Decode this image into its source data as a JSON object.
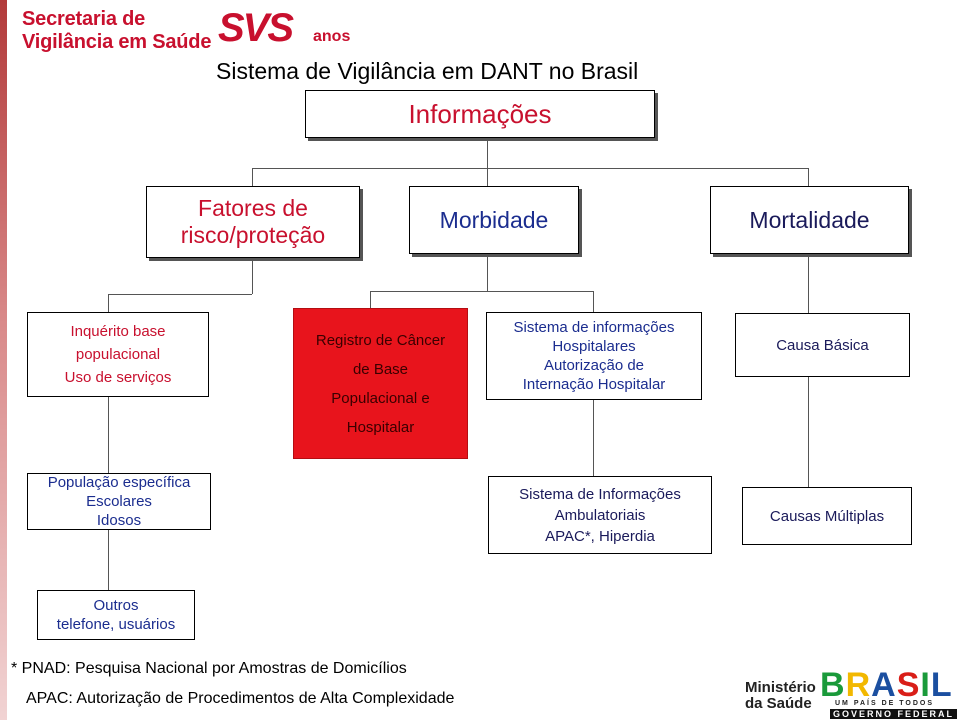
{
  "header": {
    "logo_line1": "Secretaria de",
    "logo_line2": "Vigilância em Saúde",
    "logo_svs": "SVS",
    "logo_anos": "anos"
  },
  "title": "Sistema de Vigilância em DANT  no Brasil",
  "root": "Informações",
  "categories": {
    "fatores_line1": "Fatores de",
    "fatores_line2": "risco/proteção",
    "morbidade": "Morbidade",
    "mortalidade": "Mortalidade"
  },
  "level2": {
    "inquerito": [
      "Inquérito base",
      "populacional",
      "Uso de serviços"
    ],
    "cancer": [
      "Registro de Câncer",
      "de Base",
      "Populacional  e",
      "Hospitalar"
    ],
    "sih": [
      "Sistema de informações",
      "Hospitalares",
      "Autorização de",
      "Internação Hospitalar"
    ],
    "causa_basica": "Causa Básica"
  },
  "level3": {
    "populacao": [
      "População específica",
      "Escolares",
      "Idosos"
    ],
    "sia": [
      "Sistema de Informações",
      "Ambulatoriais",
      "APAC*, Hiperdia"
    ],
    "causas_multiplas": "Causas Múltiplas"
  },
  "level4": {
    "outros": [
      "Outros",
      "telefone, usuários"
    ]
  },
  "footnotes": {
    "pnad": "* PNAD: Pesquisa Nacional por Amostras de Domicílios",
    "apac": "APAC: Autorização de Procedimentos de Alta Complexidade"
  },
  "footer_logos": {
    "ministerio_line1": "Ministério",
    "ministerio_line2": "da Saúde",
    "brasil": "BRASIL",
    "brasil_sub": "UM PAÍS DE TODOS",
    "governo": "GOVERNO FEDERAL"
  }
}
